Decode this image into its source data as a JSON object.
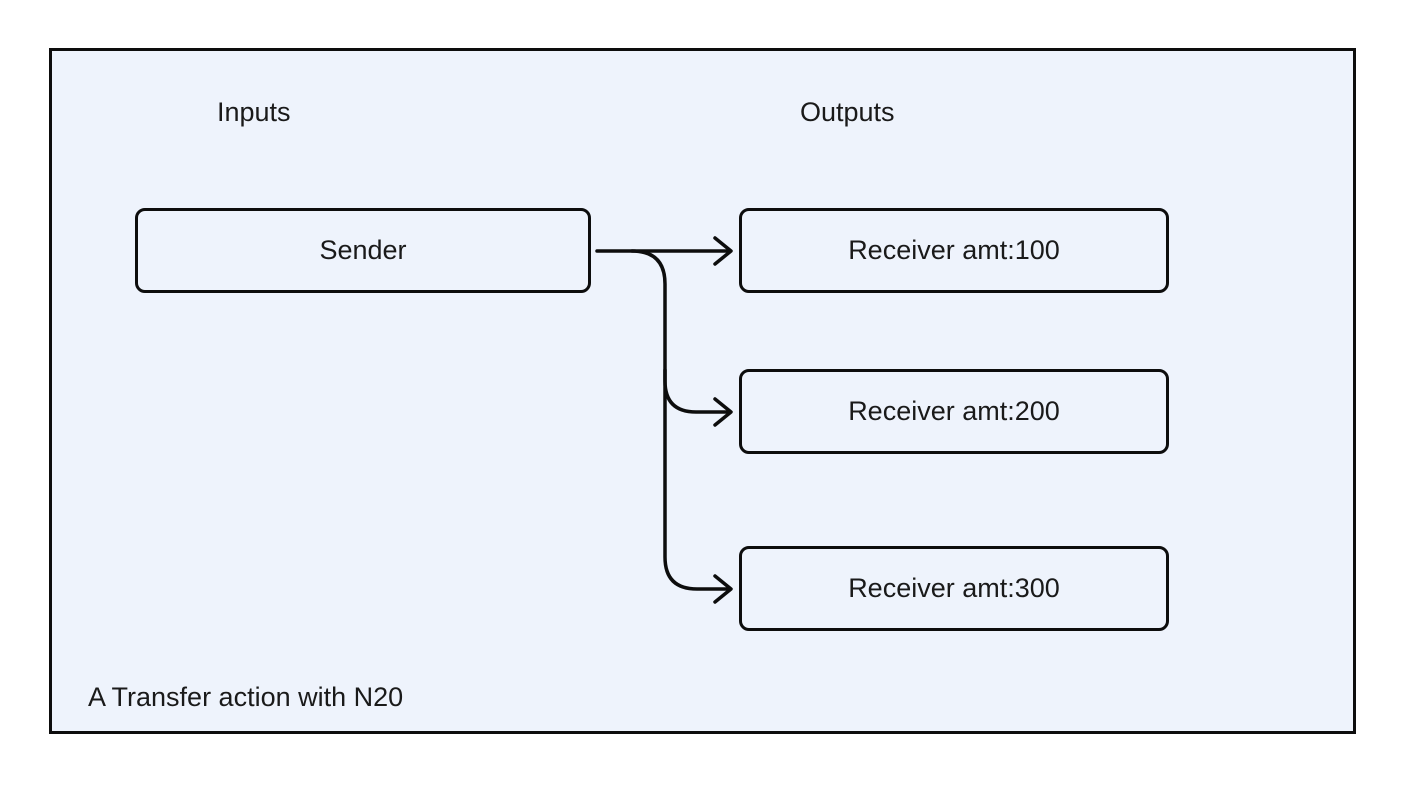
{
  "diagram": {
    "inputs_heading": "Inputs",
    "outputs_heading": "Outputs",
    "sender": {
      "label": "Sender"
    },
    "receivers": [
      {
        "label": "Receiver amt:100"
      },
      {
        "label": "Receiver amt:200"
      },
      {
        "label": "Receiver amt:300"
      }
    ],
    "caption": "A Transfer action with N20",
    "colors": {
      "frame_background": "#eef3fc",
      "stroke": "#0d0d0d",
      "text": "#1a1a1a"
    }
  }
}
